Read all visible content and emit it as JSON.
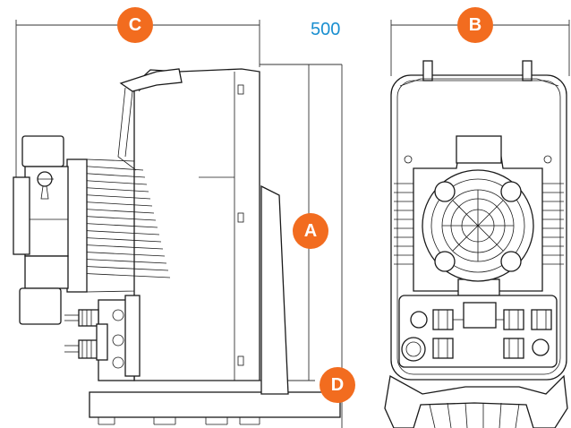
{
  "colors": {
    "badge": "#f26c1f",
    "dimension_text": "#1a8fd0",
    "line": "#1a1a1a"
  },
  "badges": {
    "a": "A",
    "b": "B",
    "c": "C",
    "d": "D"
  },
  "dimension_value": "500",
  "views": [
    "side-view",
    "front-view"
  ]
}
